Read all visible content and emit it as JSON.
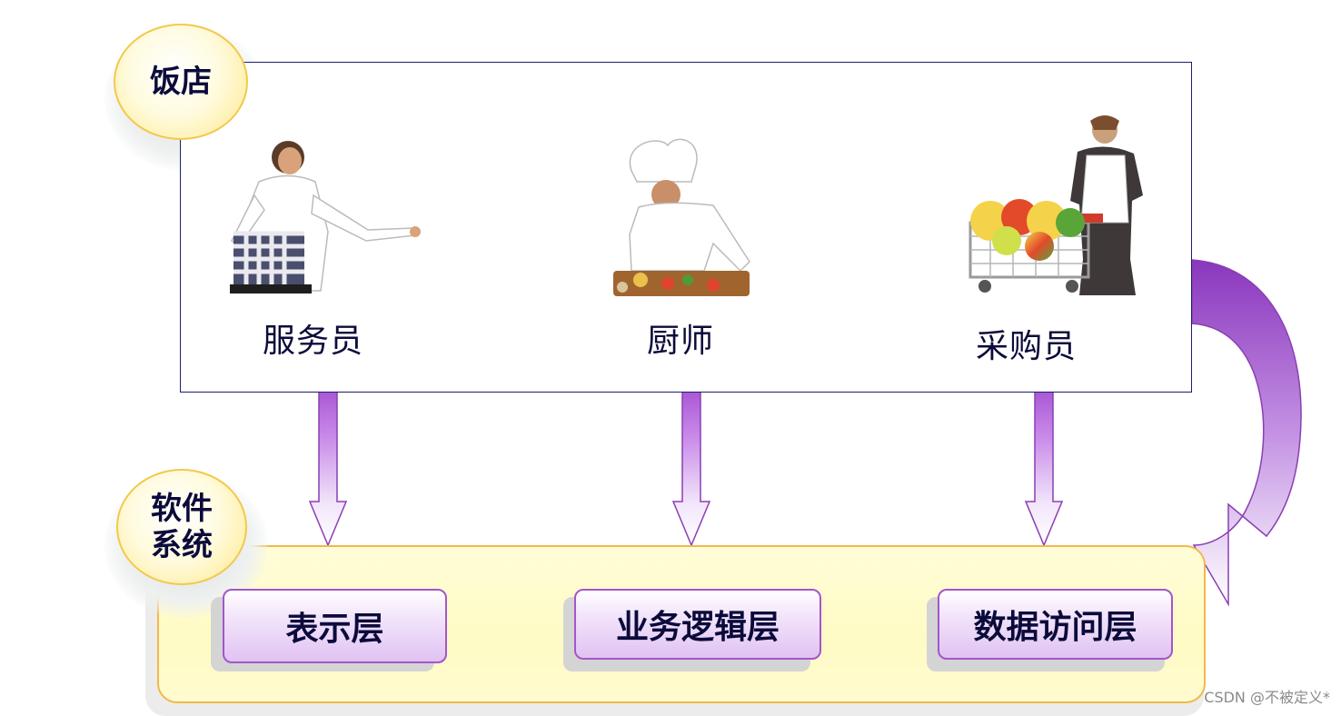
{
  "restaurant": {
    "badge": "饭店",
    "roles": [
      {
        "label": "服务员",
        "icon": "waitress-figure"
      },
      {
        "label": "厨师",
        "icon": "chef-figure"
      },
      {
        "label": "采购员",
        "icon": "buyer-with-cart-figure"
      }
    ]
  },
  "software": {
    "badge_line1": "软件",
    "badge_line2": "系统",
    "layers": [
      {
        "label": "表示层"
      },
      {
        "label": "业务逻辑层"
      },
      {
        "label": "数据访问层"
      }
    ]
  },
  "watermark": "CSDN @不被定义*",
  "colors": {
    "arrow_fill": "#b46fd8",
    "arrow_stroke": "#8a3fb3",
    "frame_border": "#1c1f6e",
    "software_border": "#f2b84b",
    "badge_border": "#f2c94c",
    "layer_border": "#a455c9",
    "text": "#0b0b3b"
  }
}
